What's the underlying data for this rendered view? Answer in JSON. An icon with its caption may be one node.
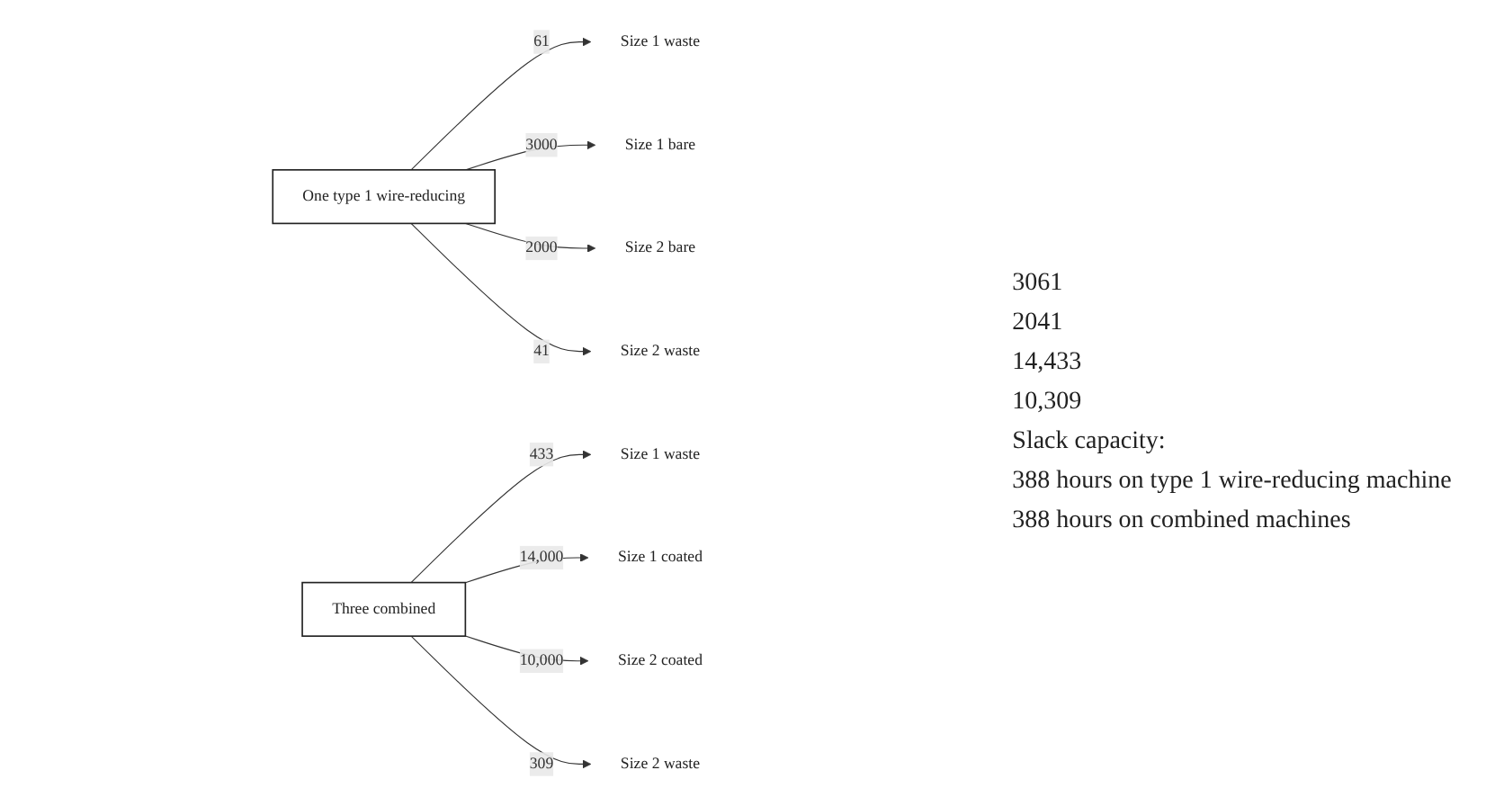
{
  "diagram": {
    "nodes": [
      {
        "text": [
          "One type 1 wire-reducing"
        ]
      },
      {
        "text": [
          "Size 1 waste"
        ]
      },
      {
        "text": [
          "Size 1 bare"
        ]
      },
      {
        "text": [
          "Size 2 bare"
        ]
      },
      {
        "text": [
          "Size 2 waste"
        ]
      },
      {
        "text": [
          "Three combined"
        ]
      },
      {
        "text": [
          "Size 1 waste"
        ]
      },
      {
        "text": [
          "Size 1 coated"
        ]
      },
      {
        "text": [
          "Size 2 coated"
        ]
      },
      {
        "text": [
          "Size 2 waste"
        ]
      }
    ],
    "edges": [
      {
        "from": 0,
        "to": 1,
        "arrow": "to",
        "label": "61"
      },
      {
        "from": 0,
        "to": 2,
        "arrow": "to",
        "label": "3000"
      },
      {
        "from": 0,
        "to": 3,
        "arrow": "to",
        "label": "2000"
      },
      {
        "from": 0,
        "to": 4,
        "arrow": "to",
        "label": "41"
      },
      {
        "from": 5,
        "to": 6,
        "arrow": "to",
        "label": "433"
      },
      {
        "from": 5,
        "to": 7,
        "arrow": "to",
        "label": "14,000"
      },
      {
        "from": 5,
        "to": 8,
        "arrow": "to",
        "label": "10,000"
      },
      {
        "from": 5,
        "to": 9,
        "arrow": "to",
        "label": "309"
      }
    ],
    "labels": [
      "3061",
      "2041",
      "14,433",
      "10,309",
      "Slack capacity:",
      "388 hours on type 1 wire-reducing machine",
      "388 hours on combined machines"
    ]
  }
}
